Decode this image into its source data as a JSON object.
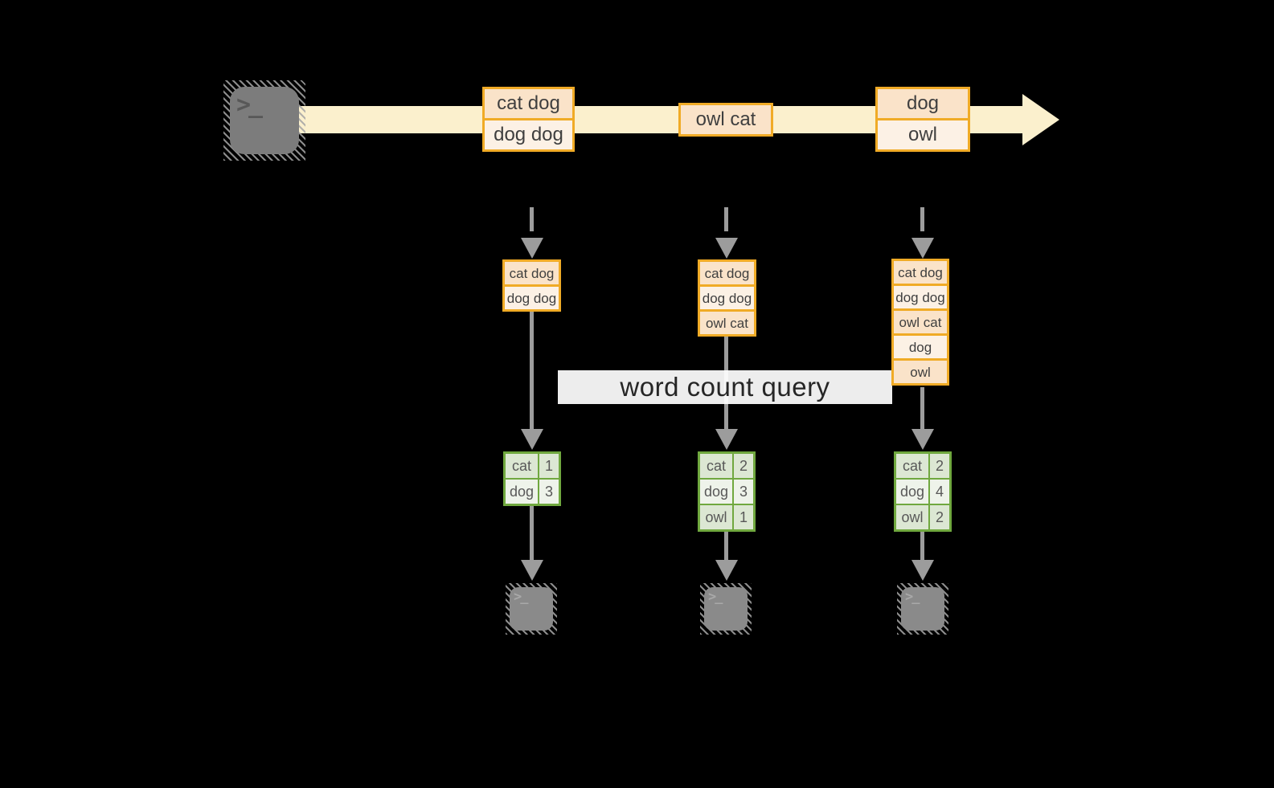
{
  "diagram": {
    "kind": "structured-streaming-word-count",
    "background": "#000000"
  },
  "terminal": {
    "glyph": ">_"
  },
  "query": {
    "label": "word count query"
  },
  "stream": {
    "batches": [
      {
        "records": [
          "cat dog",
          "dog dog"
        ]
      },
      {
        "records": [
          "owl cat"
        ]
      },
      {
        "records": [
          "dog",
          "owl"
        ]
      }
    ]
  },
  "states": [
    {
      "records": [
        "cat dog",
        "dog dog"
      ]
    },
    {
      "records": [
        "cat dog",
        "dog dog",
        "owl cat"
      ]
    },
    {
      "records": [
        "cat dog",
        "dog dog",
        "owl cat",
        "dog",
        "owl"
      ]
    }
  ],
  "results": [
    {
      "rows": [
        {
          "word": "cat",
          "count": "1"
        },
        {
          "word": "dog",
          "count": "3"
        }
      ]
    },
    {
      "rows": [
        {
          "word": "cat",
          "count": "2"
        },
        {
          "word": "dog",
          "count": "3"
        },
        {
          "word": "owl",
          "count": "1"
        }
      ]
    },
    {
      "rows": [
        {
          "word": "cat",
          "count": "2"
        },
        {
          "word": "dog",
          "count": "4"
        },
        {
          "word": "owl",
          "count": "2"
        }
      ]
    }
  ],
  "colors": {
    "stream_band": "#FBF0CD",
    "record_border": "#F0AB26",
    "record_fill": "#FAE3C9",
    "record_fill_alt": "#FCF1E5",
    "result_border": "#70A83F",
    "result_fill": "#DCE7D3",
    "result_fill_alt": "#EEF3EA",
    "arrow_gray": "#9C9C9C",
    "query_band": "#FFFFFF"
  }
}
